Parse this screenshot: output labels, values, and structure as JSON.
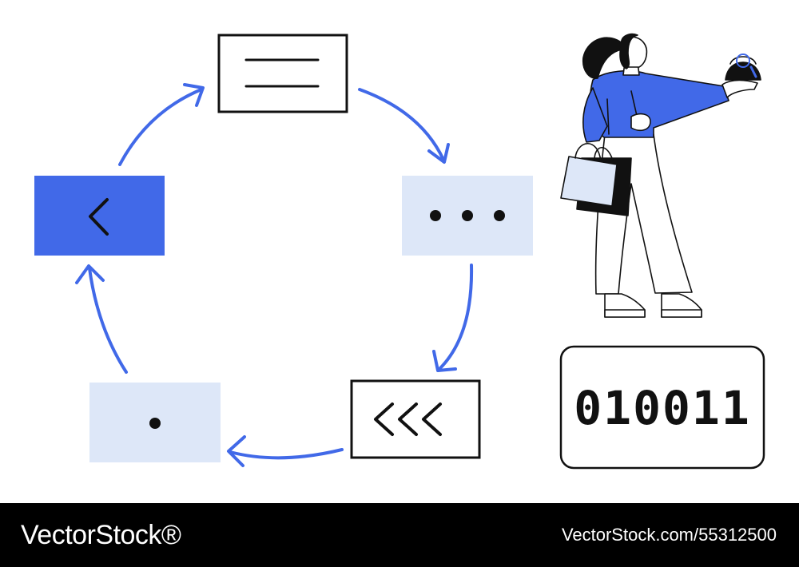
{
  "colors": {
    "accent_blue": "#4169e8",
    "light_blue": "#dde7f8",
    "stroke": "#111111",
    "footer_bg": "#000000",
    "footer_text": "#ffffff"
  },
  "cycle": {
    "nodes": [
      {
        "name": "menu-card",
        "icon": "menu-lines-icon"
      },
      {
        "name": "more-card",
        "icon": "ellipsis-icon"
      },
      {
        "name": "rewind-card",
        "icon": "triple-chevron-left-icon"
      },
      {
        "name": "dot-card",
        "icon": "dot-icon"
      },
      {
        "name": "back-card",
        "icon": "chevron-left-icon"
      }
    ]
  },
  "binary_card": {
    "text": "010011"
  },
  "footer": {
    "brand": "VectorStock®",
    "image_id": "VectorStock.com/55312500"
  }
}
